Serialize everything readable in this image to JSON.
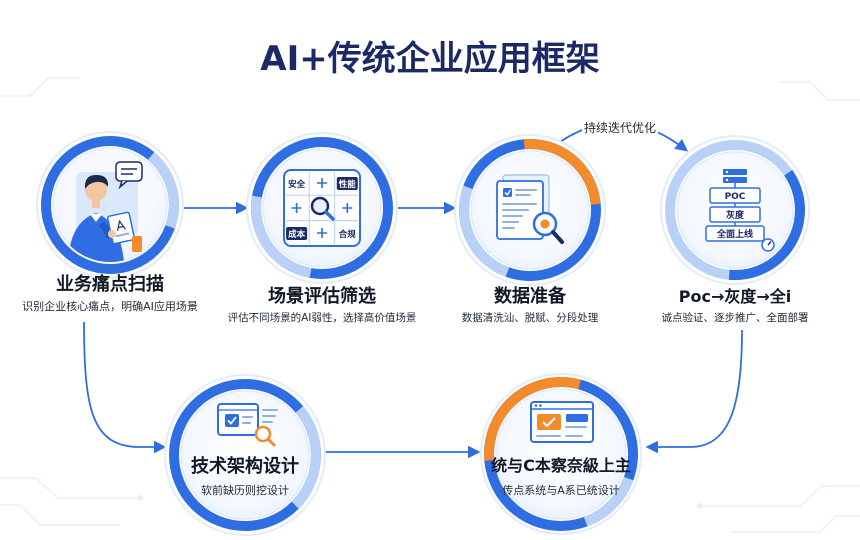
{
  "title": "AI+传统企业应用框架",
  "loop_label": "持续迭代优化",
  "steps": [
    {
      "label": "业务痛点扫描",
      "desc": "识别企业核心痛点，明确AI应用场景",
      "icon": "person-with-tablet-icon"
    },
    {
      "label": "场景评估筛选",
      "desc": "评估不同场景的AI弱性，选择高价值场景",
      "icon": "evaluation-grid-icon",
      "grid": [
        "安全",
        "性能",
        "成本",
        "合规"
      ]
    },
    {
      "label": "数据准备",
      "desc": "数据清洗汕、脱赋、分段处理",
      "icon": "document-search-icon"
    },
    {
      "label": "Poc→灰度→全i",
      "desc": "诚点验证、逐步推广、全面部署",
      "icon": "rollout-stack-icon",
      "stages": [
        "POC",
        "灰度",
        "全面上线"
      ]
    },
    {
      "label": "技术架构设计",
      "desc": "软前缺历则挖设计",
      "icon": "architecture-screen-icon"
    },
    {
      "label": "统与C本察奈級上主",
      "desc": "传点系统与A系已统设计",
      "icon": "integration-window-icon"
    }
  ],
  "colors": {
    "primary": "#2f6ee2",
    "light": "#b9d1f6",
    "orange": "#f28b2c",
    "navy": "#1b2a66",
    "text": "#111827"
  }
}
